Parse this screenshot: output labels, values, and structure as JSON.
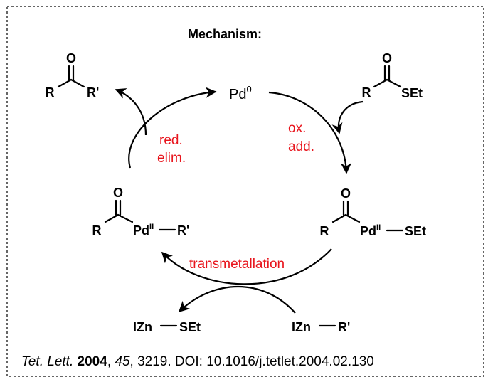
{
  "title": "Mechanism:",
  "pd0": {
    "symbol": "Pd",
    "sup": "0"
  },
  "ketone_product": {
    "o": "O",
    "r": "R",
    "rp": "R'"
  },
  "thioester": {
    "o": "O",
    "r": "R",
    "set": "SEt"
  },
  "acyl_pd_set": {
    "o": "O",
    "r": "R",
    "pd": "Pd",
    "sup": "II",
    "lig": "SEt"
  },
  "acyl_pd_r": {
    "o": "O",
    "r": "R",
    "pd": "Pd",
    "sup": "II",
    "lig": "R'"
  },
  "zn_reagent": {
    "izn": "IZn",
    "r": "R'"
  },
  "zn_byproduct": {
    "izn": "IZn",
    "set": "SEt"
  },
  "steps": {
    "ox_add_1": "ox.",
    "ox_add_2": "add.",
    "red_elim_1": "red.",
    "red_elim_2": "elim.",
    "transmetallation": "transmetallation"
  },
  "citation": {
    "journal": "Tet. Lett.",
    "year": "2004",
    "volume": "45",
    "pages": ", 3219. DOI: 10.1016/j.tetlet.2004.02.130"
  },
  "colors": {
    "step_label": "#e8141c",
    "structure": "#000000",
    "frame_border": "#333333"
  }
}
